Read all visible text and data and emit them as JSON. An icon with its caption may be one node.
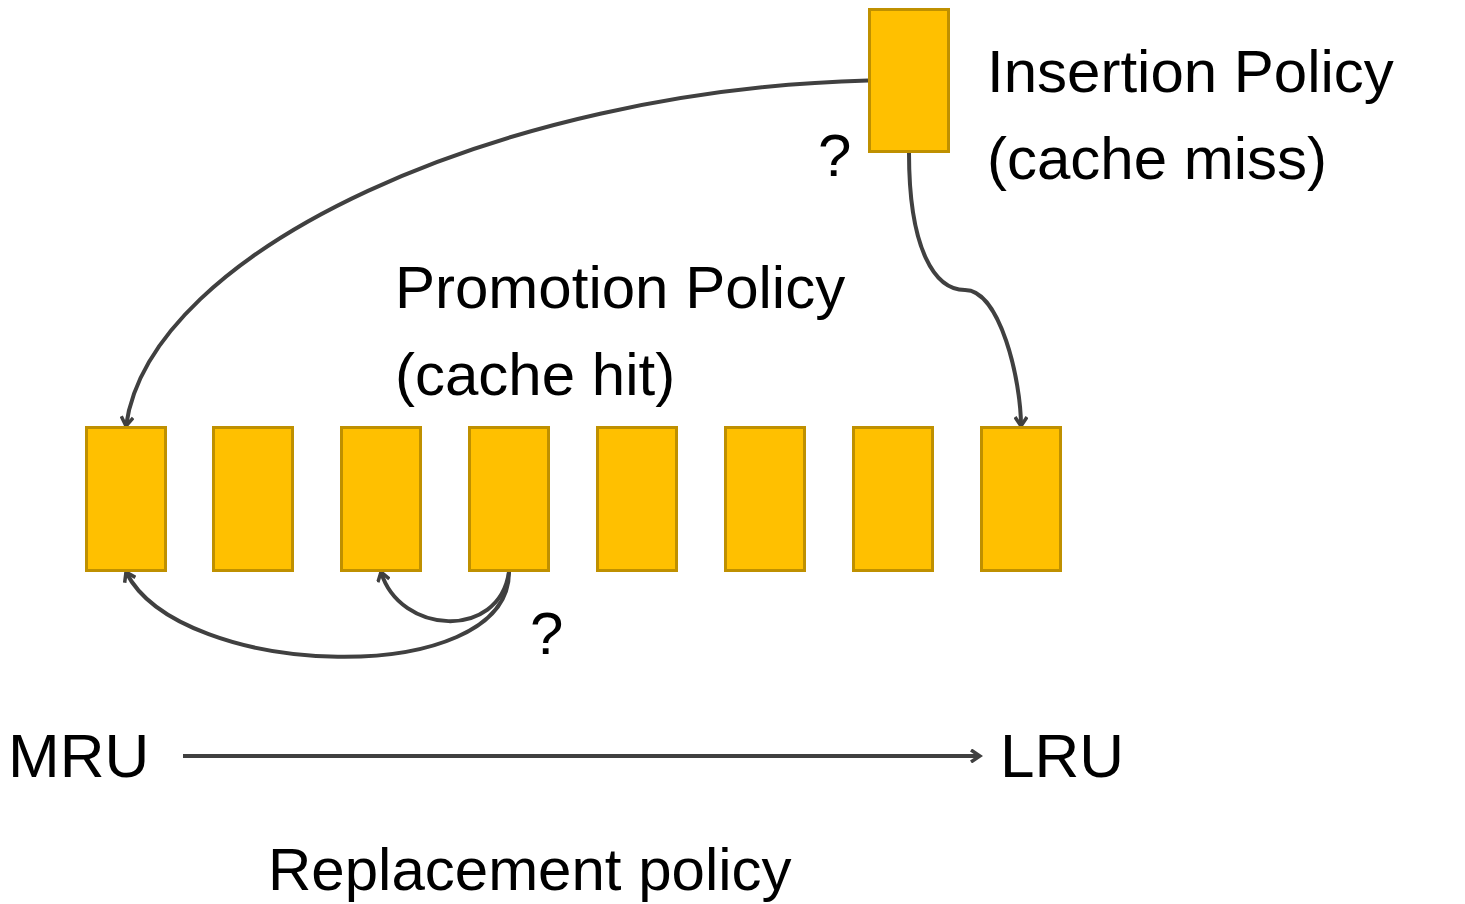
{
  "diagram": {
    "nodes": [
      {
        "text": [],
        "shape": "box",
        "beside": [
          "Insertion Policy (cache miss)"
        ]
      },
      {
        "text": [],
        "shape": "box"
      },
      {
        "text": [],
        "shape": "box"
      },
      {
        "text": [],
        "shape": "box"
      },
      {
        "text": [],
        "shape": "box"
      },
      {
        "text": [],
        "shape": "box"
      },
      {
        "text": [],
        "shape": "box"
      },
      {
        "text": [],
        "shape": "box"
      },
      {
        "text": [],
        "shape": "box"
      },
      {
        "text": [
          "MRU"
        ]
      },
      {
        "text": [
          "LRU"
        ]
      }
    ],
    "edges": [
      {
        "from": 0,
        "to": 1,
        "arrow": "to"
      },
      {
        "from": 0,
        "to": 8,
        "arrow": "to"
      },
      {
        "from": 4,
        "to": 1,
        "arrow": "to"
      },
      {
        "from": 4,
        "to": 3,
        "arrow": "to"
      },
      {
        "from": 9,
        "to": 10,
        "arrow": "to"
      }
    ],
    "labels": [
      "?",
      "Promotion Policy (cache hit)",
      "?",
      "Replacement policy"
    ]
  }
}
